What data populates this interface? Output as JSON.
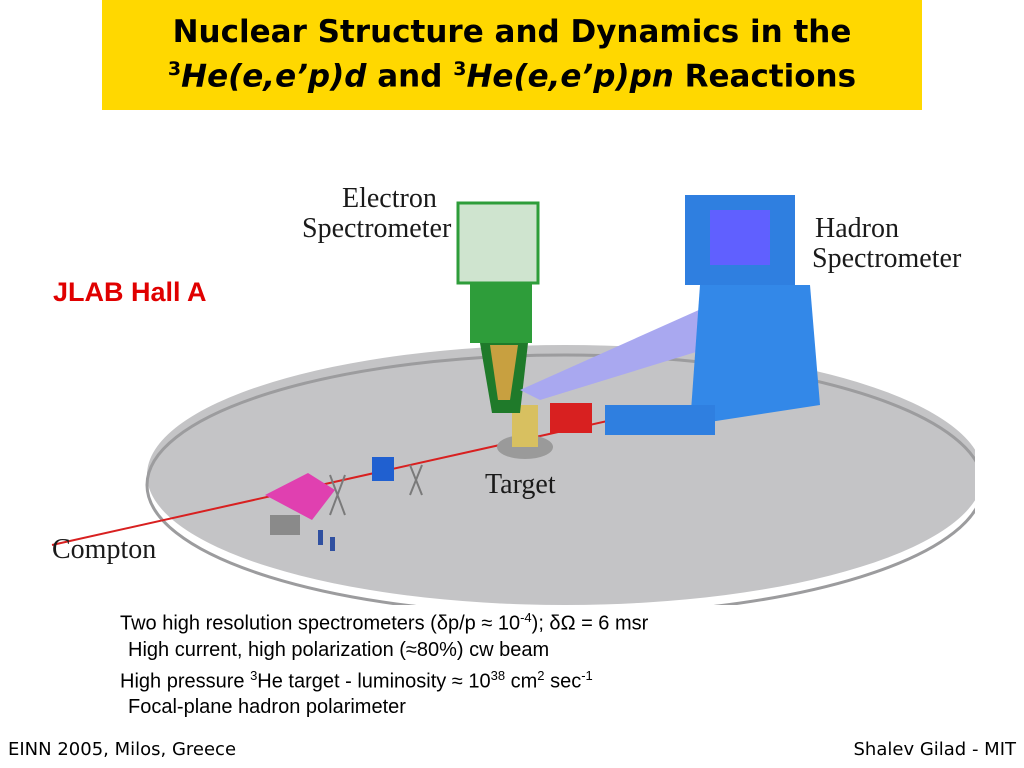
{
  "slide": {
    "title_line1": "Nuclear Structure and Dynamics in the",
    "title_line2": {
      "r1_sup": "3",
      "r1_nucleus": "He",
      "r1_reaction": "(e,e’p)d",
      "conj": "and",
      "r2_sup": "3",
      "r2_nucleus": "He",
      "r2_reaction": "(e,e’p)pn",
      "suffix": "Reactions"
    },
    "hall_label": "JLAB Hall A"
  },
  "figure": {
    "labels": {
      "electron_1": "Electron",
      "electron_2": "Spectrometer",
      "hadron_1": "Hadron",
      "hadron_2": "Spectrometer",
      "target": "Target",
      "compton": "Compton"
    },
    "colors": {
      "floor": "#c4c4c6",
      "electron_arm": "#2e9d3a",
      "hadron_arm": "#2f7fe0",
      "beamline": "#d82020",
      "compton": "#e040b0",
      "cone": "#a9a8f0"
    }
  },
  "bullets": {
    "b1_pre": "Two high resolution spectrometers (",
    "b1_delta": "δ",
    "b1_mid": "p/p ≈ 10",
    "b1_exp": "-4",
    "b1_post": "); δΩ = 6 msr",
    "b2": "High current, high polarization (≈80%) cw beam",
    "b3_pre": "High pressure ",
    "b3_sup": "3",
    "b3_mid": "He target - luminosity ≈ 10",
    "b3_exp": "38",
    "b3_mid2": " cm",
    "b3_exp2": "2",
    "b3_mid3": " sec",
    "b3_exp3": "-1",
    "b4": "Focal-plane hadron polarimeter"
  },
  "footer": {
    "left": "EINN 2005, Milos, Greece",
    "right": "Shalev Gilad - MIT"
  }
}
